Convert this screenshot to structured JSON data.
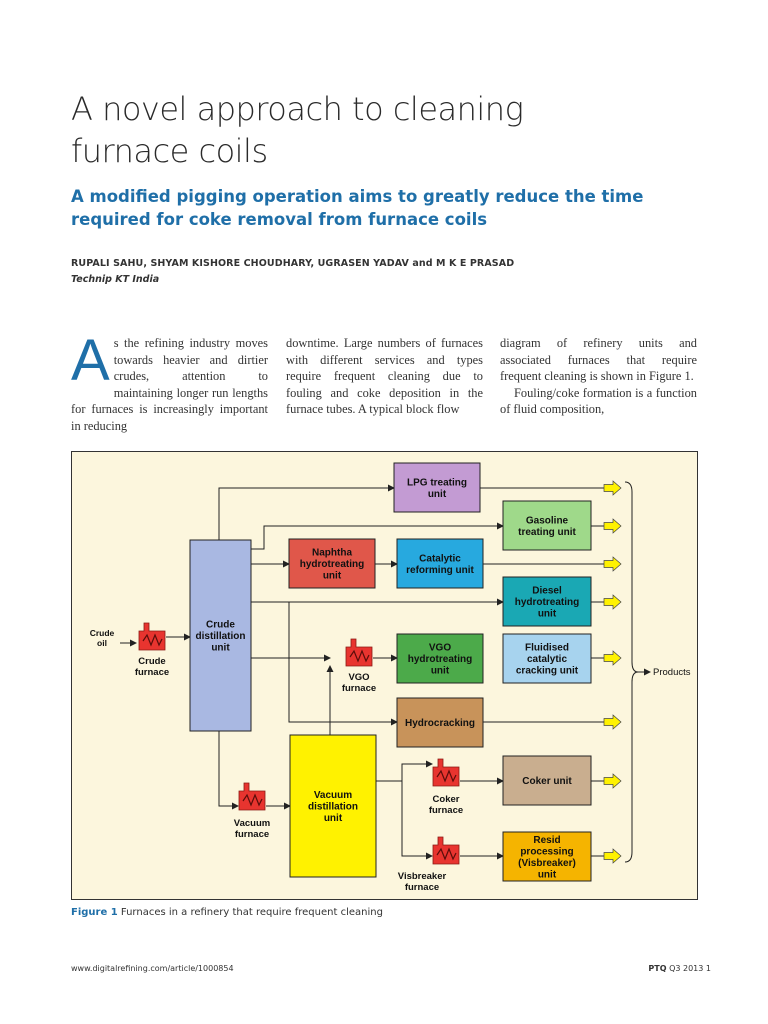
{
  "article": {
    "title_line1": "A novel approach to cleaning",
    "title_line2": "furnace coils",
    "subtitle": "A modified pigging operation aims to greatly reduce the time required for coke removal from furnace coils",
    "authors": "RUPALI SAHU, SHYAM KISHORE CHOUDHARY, UGRASEN YADAV and M K E PRASAD",
    "affiliation": "Technip KT India",
    "dropcap": "A",
    "col1": "s the refining industry moves towards heavier and dirtier crudes, attention to maintaining longer run lengths for furnaces is increasingly important in reducing",
    "col2": "downtime. Large numbers of furnaces with different services and types require frequent cleaning due to fouling and coke deposition in the furnace tubes. A typical block flow",
    "col3a": "diagram of refinery units and associated furnaces that require frequent cleaning is shown in Figure 1.",
    "col3b": "Fouling/coke formation is a function of fluid composition,"
  },
  "figure": {
    "caption_label": "Figure 1",
    "caption_text": " Furnaces in a refinery that require frequent cleaning",
    "units": {
      "lpg": [
        "LPG treating",
        "unit"
      ],
      "gasoline": [
        "Gasoline",
        "treating unit"
      ],
      "naphtha": [
        "Naphtha",
        "hydrotreating",
        "unit"
      ],
      "catref": [
        "Catalytic",
        "reforming unit"
      ],
      "diesel": [
        "Diesel",
        "hydrotreating",
        "unit"
      ],
      "crude": [
        "Crude",
        "distillation",
        "unit"
      ],
      "vgo": [
        "VGO",
        "hydrotreating",
        "unit"
      ],
      "fcc": [
        "Fluidised",
        "catalytic",
        "cracking unit"
      ],
      "hydrocracking": [
        "Hydrocracking"
      ],
      "vacuum": [
        "Vacuum",
        "distillation",
        "unit"
      ],
      "coker": [
        "Coker unit"
      ],
      "resid": [
        "Resid",
        "processing",
        "(Visbreaker)",
        "unit"
      ]
    },
    "furnaces": {
      "crude": [
        "Crude",
        "furnace"
      ],
      "vgo": [
        "VGO",
        "furnace"
      ],
      "vacuum": [
        "Vacuum",
        "furnace"
      ],
      "coker": [
        "Coker",
        "furnace"
      ],
      "visbreaker": [
        "Visbreaker",
        "furnace"
      ]
    },
    "crude_oil": [
      "Crude",
      "oil"
    ],
    "products": "Products",
    "colors": {
      "lpg": "#c39bd3",
      "gasoline": "#9fd98a",
      "naphtha": "#e0574a",
      "catref": "#27a9df",
      "diesel": "#1aa8b4",
      "crude": "#a9b8e2",
      "vgo": "#4caa4a",
      "fcc": "#a7d3ee",
      "hydrocracking": "#c8935a",
      "vacuum": "#fff200",
      "coker": "#c9ae8f",
      "resid": "#f5b400",
      "furnace": "#e8342f",
      "arrow": "#fff200"
    }
  },
  "footer": {
    "url": "www.digitalrefining.com/article/1000854",
    "journal": "PTQ",
    "issue": " Q3 2013   1"
  }
}
